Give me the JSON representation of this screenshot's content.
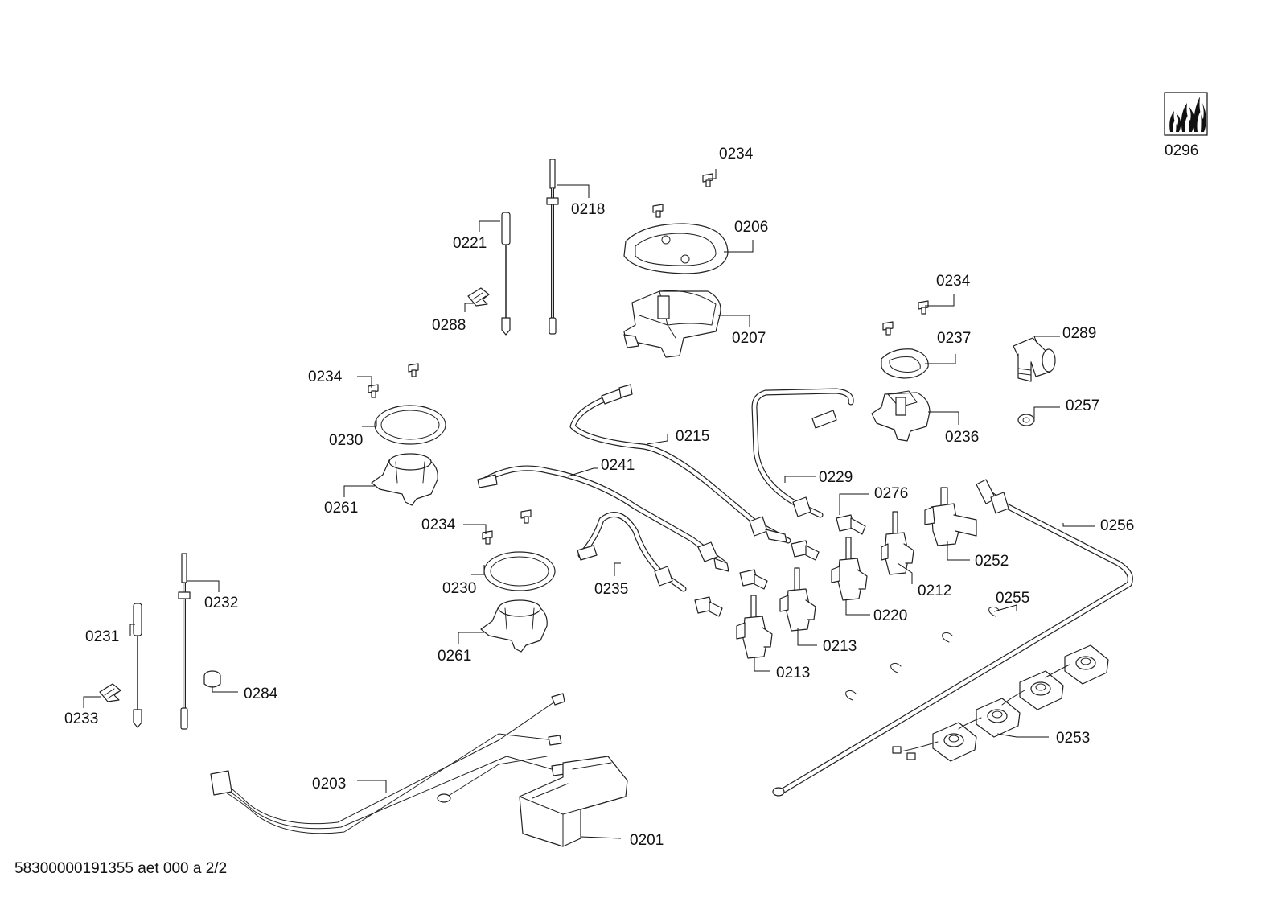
{
  "labels": {
    "p0296": "0296",
    "p0234a": "0234",
    "p0218": "0218",
    "p0221": "0221",
    "p0206": "0206",
    "p0288": "0288",
    "p0207": "0207",
    "p0234b": "0234",
    "p0289": "0289",
    "p0237": "0237",
    "p0234c": "0234",
    "p0257": "0257",
    "p0230a": "0230",
    "p0215": "0215",
    "p0236": "0236",
    "p0261a": "0261",
    "p0241": "0241",
    "p0229": "0229",
    "p0276": "0276",
    "p0256": "0256",
    "p0234d": "0234",
    "p0252": "0252",
    "p0230b": "0230",
    "p0235": "0235",
    "p0212": "0212",
    "p0232": "0232",
    "p0255": "0255",
    "p0220": "0220",
    "p0231": "0231",
    "p0213a": "0213",
    "p0261b": "0261",
    "p0213b": "0213",
    "p0284": "0284",
    "p0233": "0233",
    "p0253": "0253",
    "p0203": "0203",
    "p0201": "0201"
  },
  "footer": "58300000191355 aet 000 a 2/2",
  "icons": {
    "flame_logo": "gas-flame-logo-icon"
  }
}
